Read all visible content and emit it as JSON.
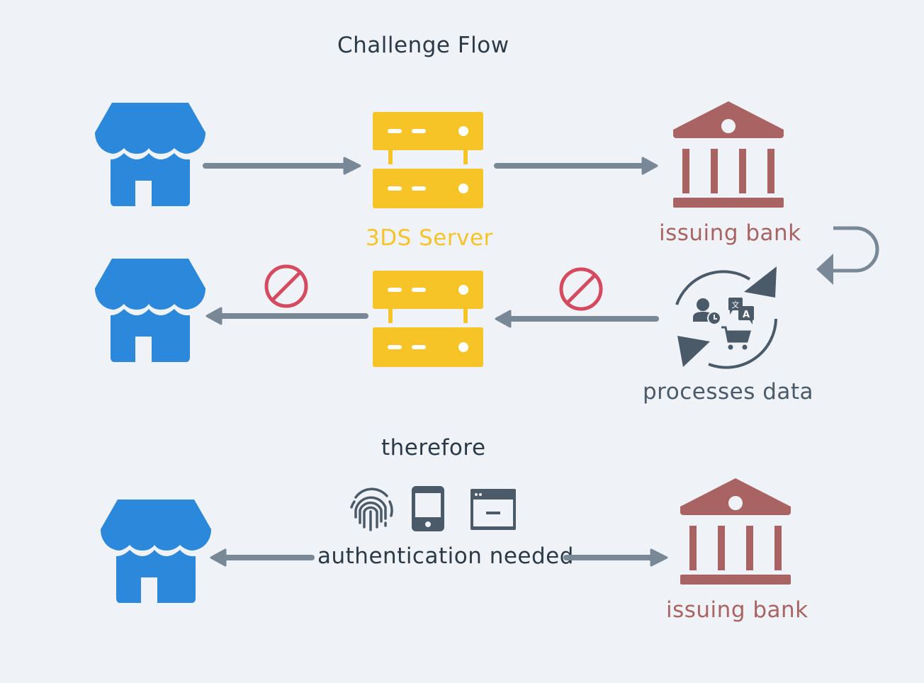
{
  "title": "Challenge Flow",
  "colors": {
    "background": "#eff3f7",
    "store": "#2b88db",
    "server": "#f6c427",
    "bank": "#a96362",
    "arrow": "#788897",
    "icon_dark": "#4a5a69",
    "prohibit": "#d54a5e",
    "text_dark": "#2c3a48"
  },
  "labels": {
    "server": "3DS Server",
    "bank_top": "issuing bank",
    "processes": "processes data",
    "therefore": "therefore",
    "auth": "authentication needed",
    "bank_bottom": "issuing bank"
  },
  "icons": {
    "store": "store-icon",
    "server": "server-icon",
    "bank": "bank-icon",
    "prohibit": "prohibited-icon",
    "process": "data-processing-cycle-icon",
    "fingerprint": "fingerprint-icon",
    "phone": "mobile-phone-icon",
    "window": "browser-window-icon",
    "return": "return-arrow-icon"
  }
}
